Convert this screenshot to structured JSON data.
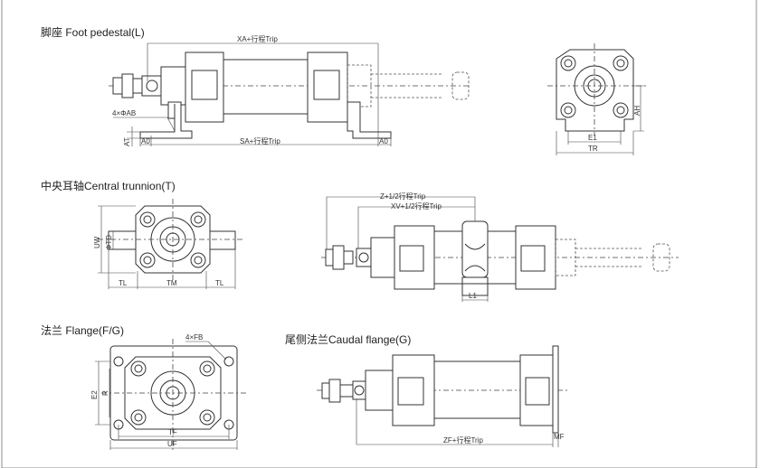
{
  "sections": {
    "foot": {
      "title": "脚座 Foot pedestal(L)",
      "xa": "XA+行程Trip",
      "sa": "SA+行程Trip",
      "ab": "4×ΦAB",
      "at": "AT",
      "a0_left": "A0",
      "a0_right": "A0",
      "ah": "AH",
      "e1": "E1",
      "tr": "TR"
    },
    "trunnion": {
      "title": "中央耳轴Central trunnion(T)",
      "uw": "UW",
      "td": "ΦTD",
      "tl_left": "TL",
      "tm": "TM",
      "tl_right": "TL",
      "z": "Z+1/2行程Trip",
      "xv": "XV+1/2行程Trip",
      "l1": "L1"
    },
    "flange": {
      "title": "法兰 Flange(F/G)",
      "fb": "4×FB",
      "e2": "E2",
      "r": "R",
      "tf": "TF",
      "uf": "UF"
    },
    "caudal": {
      "title": "尾侧法兰Caudal flange(G)",
      "zf": "ZF+行程Trip",
      "mf": "MF"
    }
  }
}
